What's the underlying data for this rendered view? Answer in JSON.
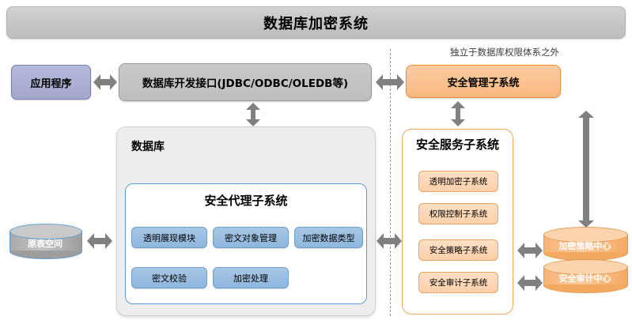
{
  "title": "数据库加密系统",
  "left": {
    "application": "应用程序",
    "interface": "数据库开发接口(JDBC/ODBC/OLEDB等)",
    "tablespace": "原表空间"
  },
  "database": {
    "label": "数据库",
    "agent": {
      "title": "安全代理子系统",
      "modules": [
        "透明展现模块",
        "密文对象管理",
        "加密数据类型",
        "密文校验",
        "加密处理"
      ]
    }
  },
  "right": {
    "independence_note": "独立于数据库权限体系之外",
    "management": "安全管理子系统",
    "service": {
      "title": "安全服务子系统",
      "items": [
        "透明加密子系统",
        "权限控制子系统",
        "安全策略子系统",
        "安全审计子系统"
      ]
    },
    "centers": [
      "加密策略中心",
      "安全审计中心"
    ]
  },
  "colors": {
    "title_bar": "#c6c6c6",
    "application": "#a3a7cb",
    "interface": "#bdbdbd",
    "orange_accent": "#e8912d",
    "orange_fill": "#f9b97f",
    "orange_light": "#fbd0ab",
    "blue_module": "#8fb6dd",
    "blue_border": "#5b9bd5",
    "arrow": "#808080",
    "divider": "#9a9a9a"
  }
}
